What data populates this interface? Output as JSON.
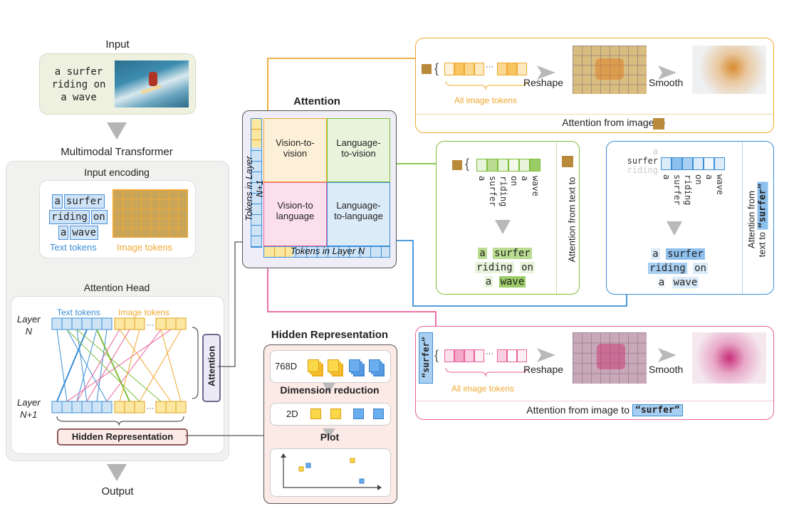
{
  "left": {
    "input_title": "Input",
    "input_text": [
      "a surfer",
      "riding on",
      "a wave"
    ],
    "transformer_title": "Multimodal Transformer",
    "input_encoding_title": "Input encoding",
    "text_tokens": [
      "a",
      "surfer",
      "riding",
      "on",
      "a",
      "wave"
    ],
    "text_tokens_label": "Text tokens",
    "image_tokens_label": "Image tokens",
    "attention_head_title": "Attention Head",
    "layer_n": [
      "Layer",
      "N"
    ],
    "layer_n1": [
      "Layer",
      "N+1"
    ],
    "head_text_tokens": "Text tokens",
    "head_image_tokens": "Image tokens",
    "ellipsis": "···",
    "attention_label": "Attention",
    "hidden_rep_button": "Hidden Representation",
    "output_title": "Output"
  },
  "attention": {
    "title": "Attention",
    "quadrants": [
      "Vision-to-\nvision",
      "Language-\nto-vision",
      "Vision-to\nlanguage",
      "Language-\nto-language"
    ],
    "axis_left": "Tokens in Layer N+1",
    "axis_bottom": "Tokens in Layer N"
  },
  "hidden": {
    "title": "Hidden Representation",
    "dim_768": "768D",
    "dim_reduction": "Dimension reduction",
    "dim_2d": "2D",
    "plot": "Plot"
  },
  "img_to_img": {
    "all_image_tokens": "All image tokens",
    "reshape": "Reshape",
    "smooth": "Smooth",
    "caption": "Attention from image to"
  },
  "text_to_img": {
    "words": [
      "a",
      "surfer",
      "riding",
      "on",
      "a",
      "wave"
    ],
    "caption": "Attention from text to",
    "sentence": [
      "a",
      "surfer",
      "riding",
      "on",
      "a",
      "wave"
    ]
  },
  "text_to_text": {
    "side_words": [
      "a",
      "surfer",
      "riding"
    ],
    "words": [
      "a",
      "surfer",
      "riding",
      "on",
      "a",
      "wave"
    ],
    "caption_lines": [
      "Attention from",
      "text to"
    ],
    "caption_token": "“surfer”",
    "sentence": [
      "a",
      "surfer",
      "riding",
      "on",
      "a",
      "wave"
    ]
  },
  "img_from_text": {
    "token": "“surfer”",
    "all_image_tokens": "All image tokens",
    "reshape": "Reshape",
    "smooth": "Smooth",
    "caption": "Attention from image to",
    "caption_token": "“surfer”"
  },
  "colors": {
    "orange": "#f0a830",
    "green": "#7cbf3a",
    "blue": "#3a8fd6",
    "pink": "#e8609a",
    "grey": "#a0a0a0"
  }
}
